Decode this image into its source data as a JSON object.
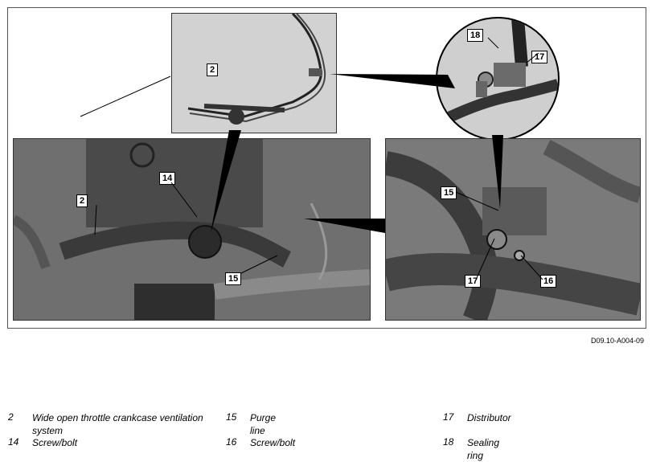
{
  "callouts": {
    "top": {
      "c2": "2"
    },
    "circle": {
      "c18": "18",
      "c17": "17"
    },
    "left": {
      "c14": "14",
      "c2": "2",
      "c15": "15"
    },
    "right": {
      "c15": "15",
      "c17": "17",
      "c16": "16"
    }
  },
  "figure_id": "D09.10-A004-09",
  "legend": [
    {
      "num": "2",
      "text": "Wide open throttle crankcase ventilation system"
    },
    {
      "num": "15",
      "text": "Purge line"
    },
    {
      "num": "17",
      "text": "Distributor"
    },
    {
      "num": "14",
      "text": "Screw/bolt"
    },
    {
      "num": "16",
      "text": "Screw/bolt"
    },
    {
      "num": "18",
      "text": "Sealing ring"
    }
  ]
}
